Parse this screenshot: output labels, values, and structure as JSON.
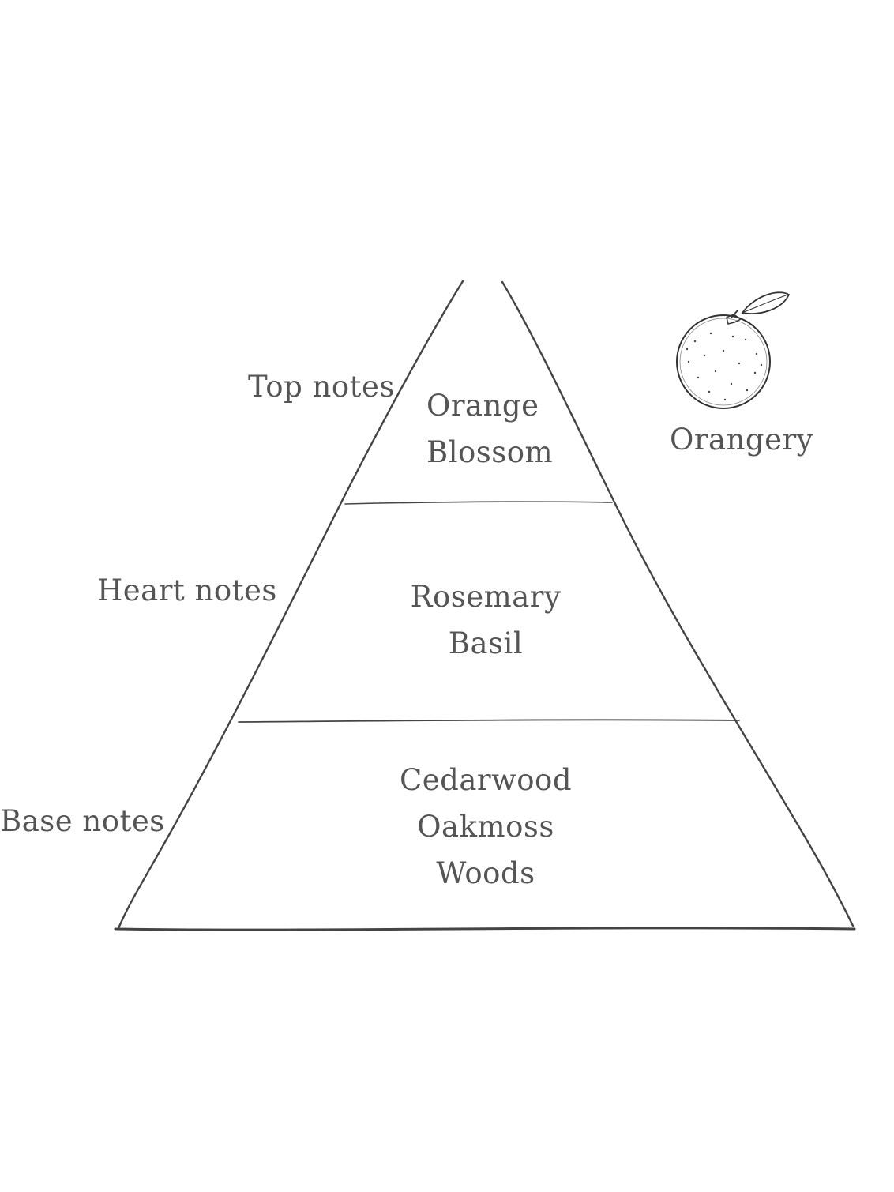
{
  "pyramid": {
    "tiers": [
      {
        "label": "Top notes",
        "notes": [
          "Orange",
          "Blossom"
        ]
      },
      {
        "label": "Heart notes",
        "notes": [
          "Rosemary",
          "Basil"
        ]
      },
      {
        "label": "Base notes",
        "notes": [
          "Cedarwood",
          "Oakmoss",
          "Woods"
        ]
      }
    ]
  },
  "fragrance": {
    "name": "Orangery",
    "icon": "orange-fruit-icon"
  },
  "colors": {
    "line": "#444444",
    "text": "#555555",
    "background": "#ffffff"
  }
}
